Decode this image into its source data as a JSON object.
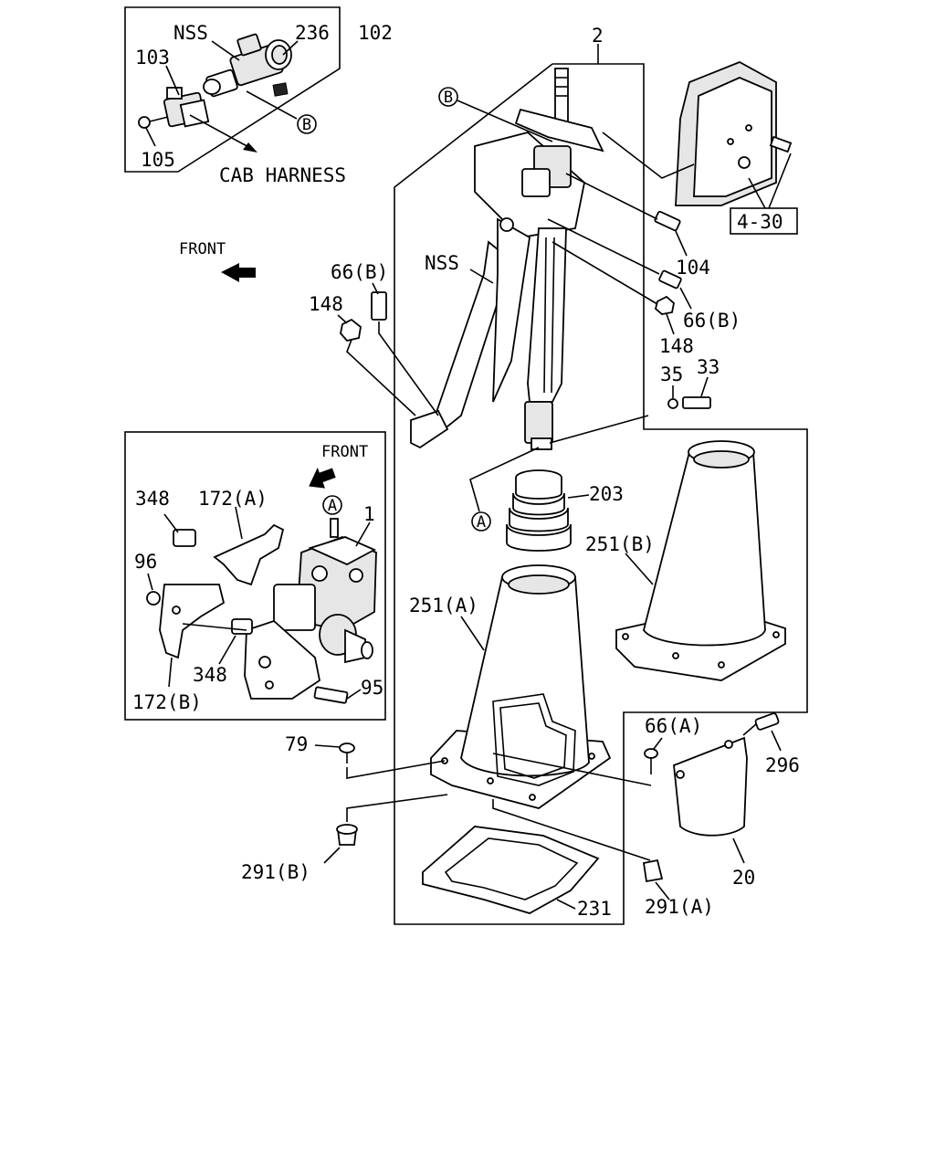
{
  "labels": {
    "nss_top": "NSS",
    "p236": "236",
    "p102": "102",
    "p103": "103",
    "p105": "105",
    "cab_harness": "CAB HARNESS",
    "callout_b_top": "B",
    "p2": "2",
    "callout_b_main": "B",
    "front_top": "FRONT",
    "p66b_left": "66(B)",
    "nss_main": "NSS",
    "p148_left": "148",
    "p104": "104",
    "p66b_right": "66(B)",
    "p148_right": "148",
    "p35": "35",
    "p33": "33",
    "ref_4_30": "4-30",
    "front_inset": "FRONT",
    "callout_a_inset": "A",
    "p348_top": "348",
    "p172a": "172(A)",
    "p1": "1",
    "p96": "96",
    "p348_bottom": "348",
    "p95": "95",
    "p172b": "172(B)",
    "callout_a_main": "A",
    "p203": "203",
    "p251b": "251(B)",
    "p251a": "251(A)",
    "p79": "79",
    "p66a": "66(A)",
    "p296": "296",
    "p20": "20",
    "p291b": "291(B)",
    "p231": "231",
    "p291a": "291(A)"
  }
}
